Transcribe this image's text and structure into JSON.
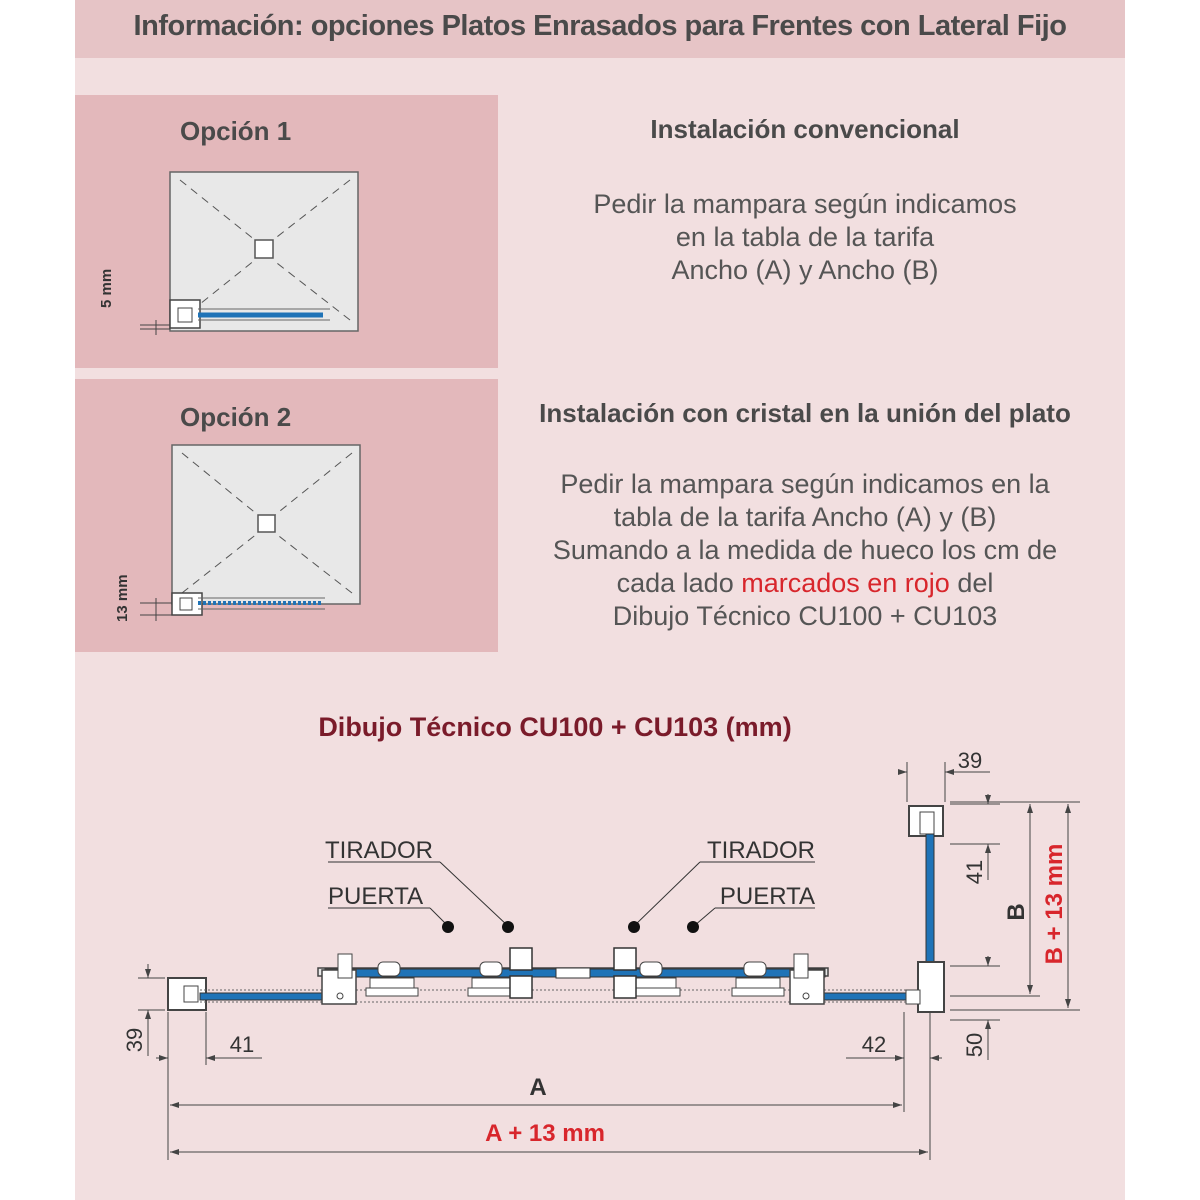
{
  "header": {
    "title": "Información: opciones Platos Enrasados para Frentes con Lateral Fijo"
  },
  "options": [
    {
      "label": "Opción 1",
      "title": "Instalación convencional",
      "lines": [
        "Pedir la mampara según indicamos",
        "en la tabla de la tarifa",
        "Ancho (A) y Ancho (B)"
      ],
      "dimension": "5 mm"
    },
    {
      "label": "Opción 2",
      "title": "Instalación con cristal en la unión del plato",
      "lines": [
        "Pedir la mampara según indicamos en la",
        "tabla de la tarifa Ancho (A) y (B)",
        "Sumando a la medida de hueco los cm de"
      ],
      "line4_pre": "cada lado ",
      "line4_red": "marcados en rojo",
      "line4_post": " del",
      "line5": "Dibujo Técnico CU100 + CU103",
      "dimension": "13 mm"
    }
  ],
  "drawing": {
    "title": "Dibujo Técnico CU100 + CU103 (mm)",
    "labels": {
      "tirador_left": "TIRADOR",
      "puerta_left": "PUERTA",
      "tirador_right": "TIRADOR",
      "puerta_right": "PUERTA"
    },
    "dims": {
      "top_39": "39",
      "right_41": "41",
      "b": "B",
      "b_plus": "B + 13 mm",
      "left_39": "39",
      "bottom_41": "41",
      "bottom_42": "42",
      "right_50": "50",
      "a": "A",
      "a_plus": "A + 13 mm"
    }
  },
  "colors": {
    "accent_red": "#d8262c",
    "glass_blue": "#1f73b7",
    "title_maroon": "#7a1b2a"
  }
}
